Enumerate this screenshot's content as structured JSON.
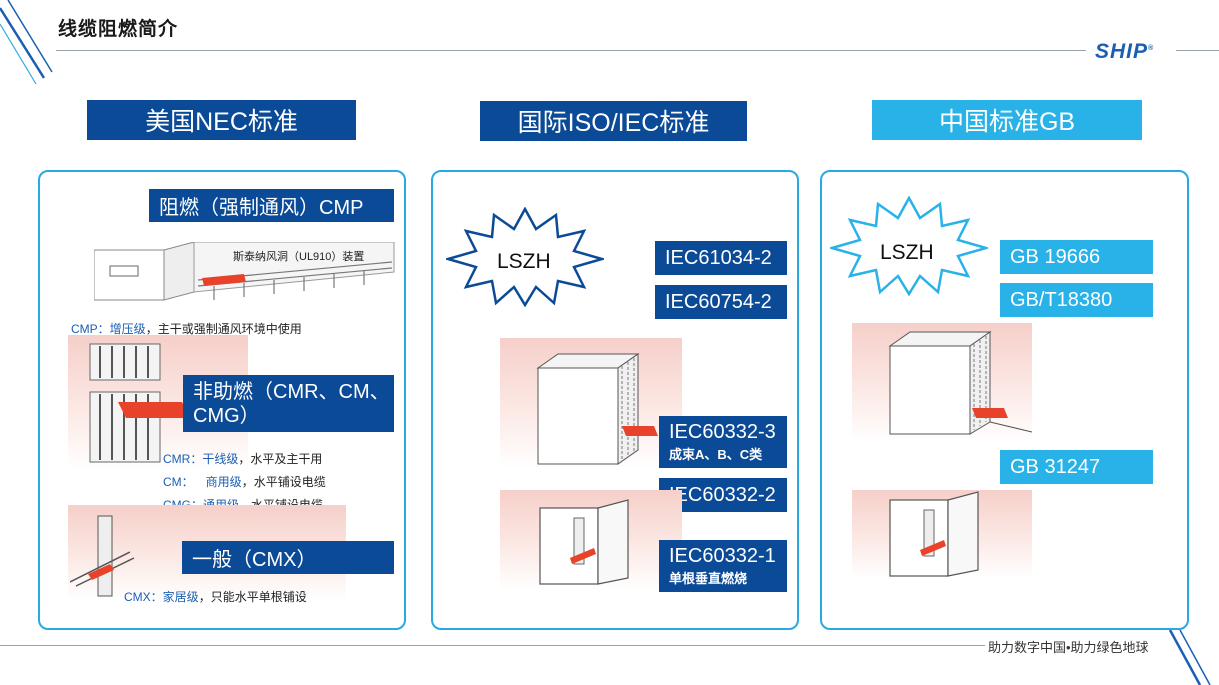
{
  "page": {
    "title": "线缆阻燃简介",
    "logo": "SHIP",
    "footer": "助力数字中国•助力绿色地球"
  },
  "colors": {
    "dark_blue": "#0b4a96",
    "light_blue": "#29b2e8",
    "panel_border": "#29a9e1",
    "flame": "#e8432a"
  },
  "columns": {
    "nec": {
      "header": "美国NEC标准",
      "cmp_label": "阻燃（强制通风）CMP",
      "steiner_caption": "斯泰纳风洞（UL910）装置",
      "cmp_prefix": "CMP：",
      "cmp_grade": "增压级",
      "cmp_desc": "，主干或强制通风环境中使用",
      "nonplenum_label": "非助燃（CMR、CM、CMG）",
      "cmr_prefix": "CMR：",
      "cmr_grade": "干线级",
      "cmr_desc": "，水平及主干用",
      "cm_prefix": "CM：",
      "cm_grade": "商用级",
      "cm_desc": "，水平铺设电缆",
      "cmg_prefix": "CMG：",
      "cmg_grade": "通用级",
      "cmg_desc": "，水平铺设电缆",
      "general_label": "一般（CMX）",
      "cmx_prefix": "CMX：",
      "cmx_grade": "家居级",
      "cmx_desc": "，只能水平单根铺设"
    },
    "iec": {
      "header": "国际ISO/IEC标准",
      "lszh": "LSZH",
      "std1": "IEC61034-2",
      "std2": "IEC60754-2",
      "std3": "IEC60332-3",
      "std3_sub": "成束A、B、C类",
      "std4": "IEC60332-2",
      "std5": "IEC60332-1",
      "std5_sub": "单根垂直燃烧"
    },
    "gb": {
      "header": "中国标准GB",
      "lszh": "LSZH",
      "std1": "GB 19666",
      "std2": "GB/T18380",
      "std3": "GB 31247"
    }
  }
}
